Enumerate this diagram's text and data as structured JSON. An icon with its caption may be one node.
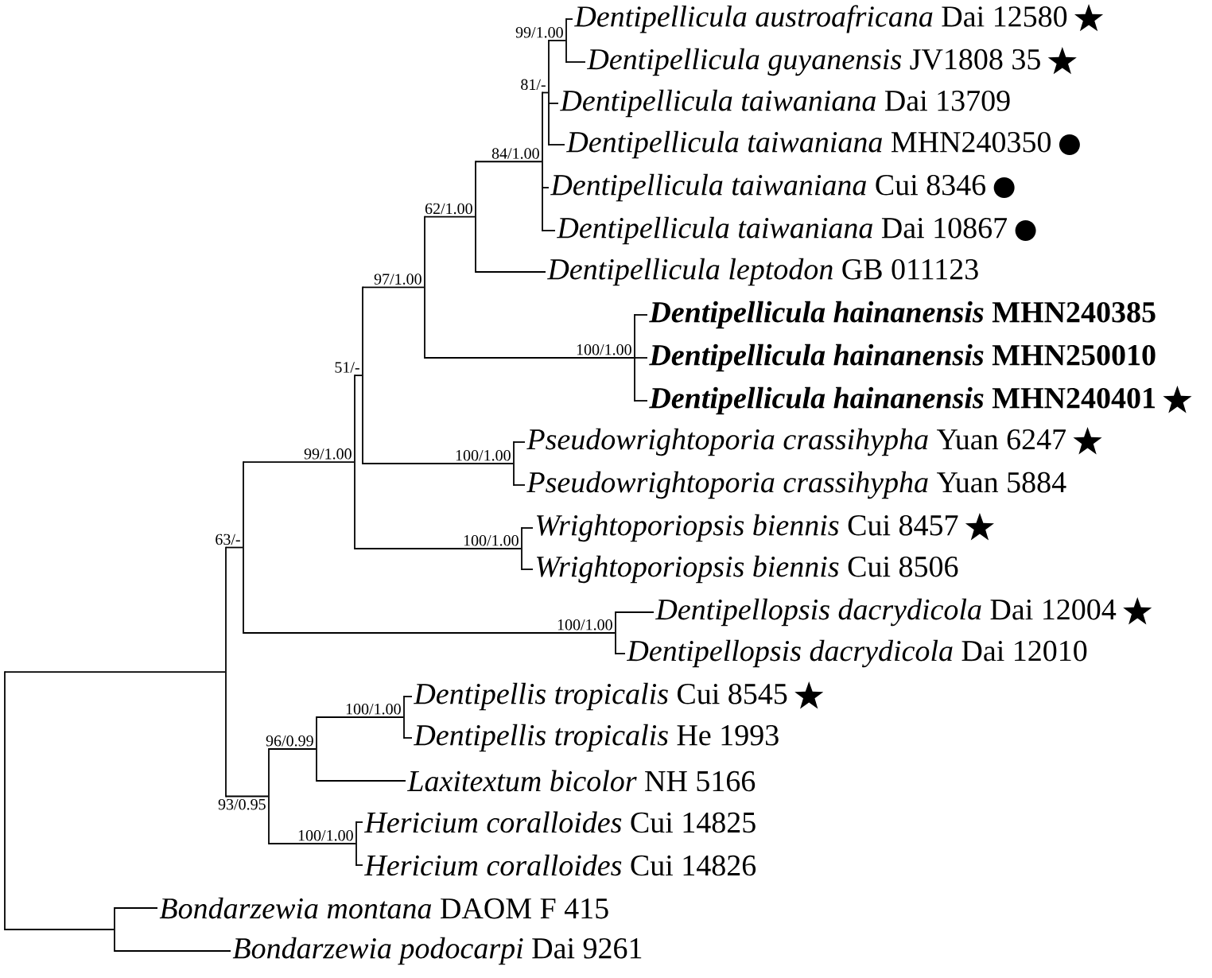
{
  "diagram": {
    "nodes": [
      {
        "text": [
          "Dentipellicula austroafricana",
          "Dai 12580"
        ]
      },
      {
        "text": [
          "Dentipellicula guyanensis",
          "JV1808 35"
        ]
      },
      {
        "text": [
          "Dentipellicula taiwaniana",
          "Dai 13709"
        ]
      },
      {
        "text": [
          "Dentipellicula taiwaniana",
          "MHN240350"
        ]
      },
      {
        "text": [
          "Dentipellicula taiwaniana",
          "Cui 8346"
        ]
      },
      {
        "text": [
          "Dentipellicula taiwaniana",
          "Dai 10867"
        ]
      },
      {
        "text": [
          "Dentipellicula leptodon",
          "GB 011123"
        ]
      },
      {
        "text": [
          "Dentipellicula hainanensis",
          "MHN240385"
        ]
      },
      {
        "text": [
          "Dentipellicula hainanensis",
          "MHN250010"
        ]
      },
      {
        "text": [
          "Dentipellicula hainanensis",
          "MHN240401"
        ]
      },
      {
        "text": [
          "Pseudowrightoporia crassihypha",
          "Yuan 6247"
        ]
      },
      {
        "text": [
          "Pseudowrightoporia crassihypha",
          "Yuan 5884"
        ]
      },
      {
        "text": [
          "Wrightoporiopsis biennis",
          "Cui 8457"
        ]
      },
      {
        "text": [
          "Wrightoporiopsis biennis",
          "Cui 8506"
        ]
      },
      {
        "text": [
          "Dentipellopsis dacrydicola",
          "Dai 12004"
        ]
      },
      {
        "text": [
          "Dentipellopsis dacrydicola",
          "Dai 12010"
        ]
      },
      {
        "text": [
          "Dentipellis tropicalis",
          "Cui 8545"
        ]
      },
      {
        "text": [
          "Dentipellis tropicalis",
          "He 1993"
        ]
      },
      {
        "text": [
          "Laxitextum bicolor",
          "NH 5166"
        ]
      },
      {
        "text": [
          "Hericium coralloides",
          "Cui 14825"
        ]
      },
      {
        "text": [
          "Hericium coralloides",
          "Cui 14826"
        ]
      },
      {
        "text": [
          "Bondarzewia montana",
          "DAOM F 415"
        ]
      },
      {
        "text": [
          "Bondarzewia podocarpi",
          "Dai 9261"
        ]
      },
      {
        "text": [],
        "shape": "bar"
      },
      {
        "text": [],
        "shape": "bar"
      },
      {
        "text": [],
        "shape": "bar",
        "beside": [
          "63/-"
        ]
      },
      {
        "text": [],
        "shape": "bar",
        "beside": [
          "99/1.00"
        ]
      },
      {
        "text": [],
        "shape": "bar",
        "beside": [
          "51/-"
        ]
      },
      {
        "text": [],
        "shape": "bar",
        "beside": [
          "97/1.00"
        ]
      },
      {
        "text": [],
        "shape": "bar",
        "beside": [
          "62/1.00"
        ]
      },
      {
        "text": [],
        "shape": "bar",
        "beside": [
          "84/1.00"
        ]
      },
      {
        "text": [],
        "shape": "bar",
        "beside": [
          "81/-"
        ]
      },
      {
        "text": [],
        "shape": "bar",
        "beside": [
          "99/1.00"
        ]
      },
      {
        "text": [],
        "shape": "bar",
        "beside": [
          "100/1.00"
        ]
      },
      {
        "text": [],
        "shape": "bar",
        "beside": [
          "100/1.00"
        ]
      },
      {
        "text": [],
        "shape": "bar",
        "beside": [
          "100/1.00"
        ]
      },
      {
        "text": [],
        "shape": "bar",
        "beside": [
          "100/1.00"
        ]
      },
      {
        "text": [],
        "shape": "bar",
        "beside": [
          "93/0.95"
        ]
      },
      {
        "text": [],
        "shape": "bar",
        "beside": [
          "96/0.99"
        ]
      },
      {
        "text": [],
        "shape": "bar",
        "beside": [
          "100/1.00"
        ]
      },
      {
        "text": [],
        "shape": "bar",
        "beside": [
          "100/1.00"
        ]
      },
      {
        "text": [],
        "shape": "bar"
      }
    ],
    "edges": [
      {
        "from": 23,
        "to": 24,
        "arrow": "none"
      },
      {
        "from": 23,
        "to": 41,
        "arrow": "none"
      },
      {
        "from": 24,
        "to": 25,
        "arrow": "none"
      },
      {
        "from": 24,
        "to": 37,
        "arrow": "none"
      },
      {
        "from": 25,
        "to": 26,
        "arrow": "none"
      },
      {
        "from": 25,
        "to": 36,
        "arrow": "none"
      },
      {
        "from": 26,
        "to": 27,
        "arrow": "none"
      },
      {
        "from": 26,
        "to": 35,
        "arrow": "none"
      },
      {
        "from": 27,
        "to": 28,
        "arrow": "none"
      },
      {
        "from": 27,
        "to": 34,
        "arrow": "none"
      },
      {
        "from": 28,
        "to": 29,
        "arrow": "none"
      },
      {
        "from": 28,
        "to": 33,
        "arrow": "none"
      },
      {
        "from": 29,
        "to": 30,
        "arrow": "none"
      },
      {
        "from": 29,
        "to": 6,
        "arrow": "none"
      },
      {
        "from": 30,
        "to": 31,
        "arrow": "none"
      },
      {
        "from": 30,
        "to": 4,
        "arrow": "none"
      },
      {
        "from": 30,
        "to": 5,
        "arrow": "none"
      },
      {
        "from": 31,
        "to": 32,
        "arrow": "none"
      },
      {
        "from": 31,
        "to": 2,
        "arrow": "none"
      },
      {
        "from": 31,
        "to": 3,
        "arrow": "none"
      },
      {
        "from": 32,
        "to": 0,
        "arrow": "none"
      },
      {
        "from": 32,
        "to": 1,
        "arrow": "none"
      },
      {
        "from": 33,
        "to": 7,
        "arrow": "none"
      },
      {
        "from": 33,
        "to": 8,
        "arrow": "none"
      },
      {
        "from": 33,
        "to": 9,
        "arrow": "none"
      },
      {
        "from": 34,
        "to": 10,
        "arrow": "none"
      },
      {
        "from": 34,
        "to": 11,
        "arrow": "none"
      },
      {
        "from": 35,
        "to": 12,
        "arrow": "none"
      },
      {
        "from": 35,
        "to": 13,
        "arrow": "none"
      },
      {
        "from": 36,
        "to": 14,
        "arrow": "none"
      },
      {
        "from": 36,
        "to": 15,
        "arrow": "none"
      },
      {
        "from": 37,
        "to": 38,
        "arrow": "none"
      },
      {
        "from": 37,
        "to": 40,
        "arrow": "none"
      },
      {
        "from": 38,
        "to": 39,
        "arrow": "none"
      },
      {
        "from": 38,
        "to": 18,
        "arrow": "none"
      },
      {
        "from": 39,
        "to": 16,
        "arrow": "none"
      },
      {
        "from": 39,
        "to": 17,
        "arrow": "none"
      },
      {
        "from": 40,
        "to": 19,
        "arrow": "none"
      },
      {
        "from": 40,
        "to": 20,
        "arrow": "none"
      },
      {
        "from": 41,
        "to": 21,
        "arrow": "none"
      },
      {
        "from": 41,
        "to": 22,
        "arrow": "none"
      }
    ]
  }
}
